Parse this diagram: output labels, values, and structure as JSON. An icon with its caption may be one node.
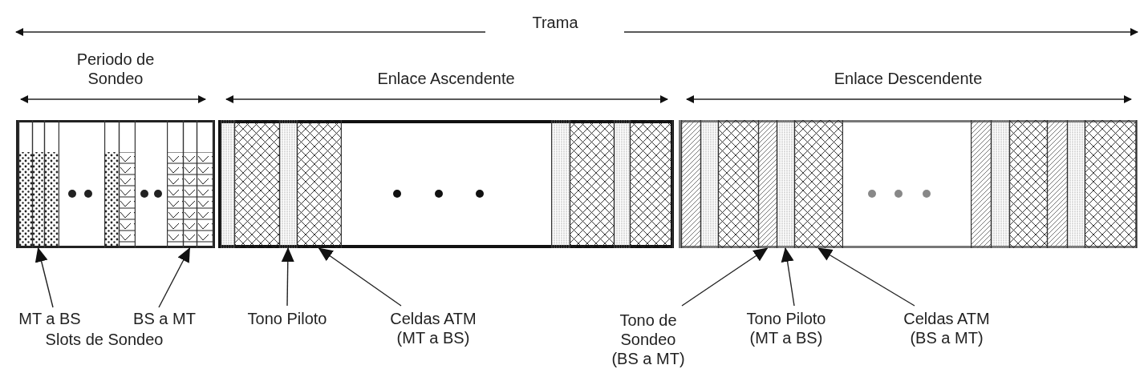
{
  "diagram": {
    "nodes": [
      {
        "text": [
          "Periodo de Sondeo"
        ]
      },
      {
        "text": [],
        "shape": "bar",
        "in": 0
      },
      {
        "text": [],
        "shape": "bar",
        "in": 0
      },
      {
        "text": [],
        "shape": "bar",
        "in": 0
      },
      {
        "text": [],
        "shape": "bar",
        "in": 0
      },
      {
        "text": [],
        "shape": "bar",
        "in": 0
      },
      {
        "text": [],
        "shape": "bar",
        "in": 0
      },
      {
        "text": [],
        "shape": "bar",
        "in": 0
      },
      {
        "text": [],
        "shape": "bar",
        "in": 0
      },
      {
        "text": [
          "Enlace Ascendente"
        ]
      },
      {
        "text": [],
        "shape": "bar",
        "in": 9
      },
      {
        "text": [],
        "shape": "bar",
        "in": 9
      },
      {
        "text": [],
        "shape": "bar",
        "in": 9
      },
      {
        "text": [],
        "shape": "bar",
        "in": 9
      },
      {
        "text": [],
        "shape": "bar",
        "in": 9
      },
      {
        "text": [],
        "shape": "bar",
        "in": 9
      },
      {
        "text": [],
        "shape": "bar",
        "in": 9
      },
      {
        "text": [],
        "shape": "bar",
        "in": 9
      },
      {
        "text": [
          "Enlace Descendente"
        ]
      },
      {
        "text": [],
        "shape": "bar",
        "in": 18
      },
      {
        "text": [],
        "shape": "bar",
        "in": 18
      },
      {
        "text": [],
        "shape": "bar",
        "in": 18
      },
      {
        "text": [],
        "shape": "bar",
        "in": 18
      },
      {
        "text": [],
        "shape": "bar",
        "in": 18
      },
      {
        "text": [],
        "shape": "bar",
        "in": 18
      },
      {
        "text": [],
        "shape": "bar",
        "in": 18
      },
      {
        "text": [],
        "shape": "bar",
        "in": 18
      },
      {
        "text": [],
        "shape": "bar",
        "in": 18
      },
      {
        "text": [],
        "shape": "bar",
        "in": 18
      },
      {
        "text": [],
        "shape": "bar",
        "in": 18
      },
      {
        "text": [],
        "shape": "bar",
        "in": 18
      },
      {
        "text": [
          "MT a BS"
        ]
      },
      {
        "text": [
          "BS a MT"
        ]
      },
      {
        "text": [
          "Tono Piloto"
        ]
      },
      {
        "text": [
          "Celdas ATM (MT a BS)"
        ]
      },
      {
        "text": [
          "Tono de Sondeo (BS a MT)"
        ]
      },
      {
        "text": [
          "Tono Piloto (MT a BS)"
        ]
      },
      {
        "text": [
          "Celdas ATM (BS a MT)"
        ]
      }
    ],
    "edges": [
      {
        "from": 31,
        "to": 2,
        "arrow": "to"
      },
      {
        "from": 32,
        "to": 7,
        "arrow": "to"
      },
      {
        "from": 33,
        "to": 12,
        "arrow": "to"
      },
      {
        "from": 34,
        "to": 13,
        "arrow": "to"
      },
      {
        "from": 35,
        "to": 22,
        "arrow": "to"
      },
      {
        "from": 36,
        "to": 23,
        "arrow": "to"
      },
      {
        "from": 37,
        "to": 24,
        "arrow": "to"
      }
    ],
    "labels": [
      "Trama",
      "Slots de Sondeo"
    ]
  }
}
